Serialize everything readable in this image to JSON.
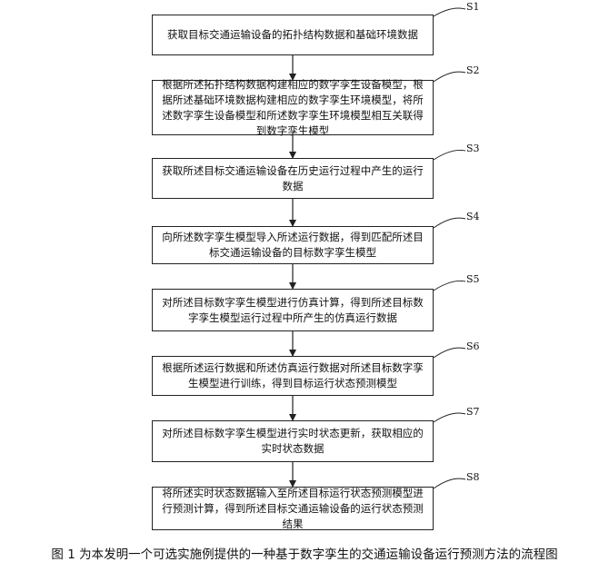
{
  "steps": [
    {
      "id": "S1",
      "text": "获取目标交通运输设备的拓扑结构数据和基础环境数据"
    },
    {
      "id": "S2",
      "text": "根据所述拓扑结构数据构建相应的数字孪生设备模型，根据所述基础环境数据构建相应的数字孪生环境模型，将所述数字孪生设备模型和所述数字孪生环境模型相互关联得到数字孪生模型"
    },
    {
      "id": "S3",
      "text": "获取所述目标交通运输设备在历史运行过程中产生的运行数据"
    },
    {
      "id": "S4",
      "text": "向所述数字孪生模型导入所述运行数据，得到匹配所述目标交通运输设备的目标数字孪生模型"
    },
    {
      "id": "S5",
      "text": "对所述目标数字孪生模型进行仿真计算，得到所述目标数字孪生模型运行过程中所产生的仿真运行数据"
    },
    {
      "id": "S6",
      "text": "根据所述运行数据和所述仿真运行数据对所述目标数字孪生模型进行训练，得到目标运行状态预测模型"
    },
    {
      "id": "S7",
      "text": "对所述目标数字孪生模型进行实时状态更新，获取相应的实时状态数据"
    },
    {
      "id": "S8",
      "text": "将所述实时状态数据输入至所述目标运行状态预测模型进行预测计算，得到所述目标交通运输设备的运行状态预测结果"
    }
  ],
  "caption": "图 1 为本发明一个可选实施例提供的一种基于数字孪生的交通运输设备运行预测方法的流程图"
}
